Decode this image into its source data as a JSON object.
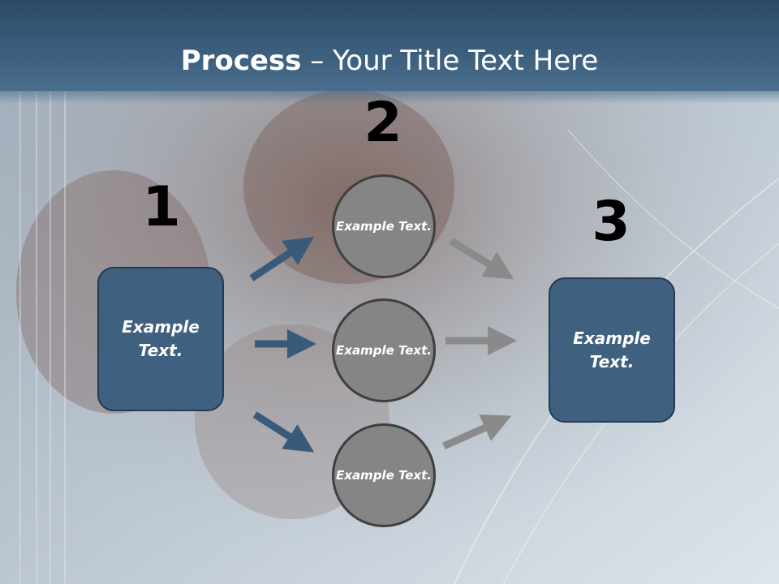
{
  "title": {
    "bold": "Process",
    "rest": " – Your Title Text Here"
  },
  "steps": {
    "one": {
      "number": "1",
      "label": "Example Text."
    },
    "two": {
      "number": "2",
      "circles": [
        "Example Text.",
        "Example Text.",
        "Example Text."
      ]
    },
    "three": {
      "number": "3",
      "label": "Example Text."
    }
  },
  "colors": {
    "header": "#3d5f7e",
    "box": "#40607f",
    "circle": "#858585",
    "arrow_blue": "#3a5a79",
    "arrow_gray": "#8a8a8a"
  }
}
